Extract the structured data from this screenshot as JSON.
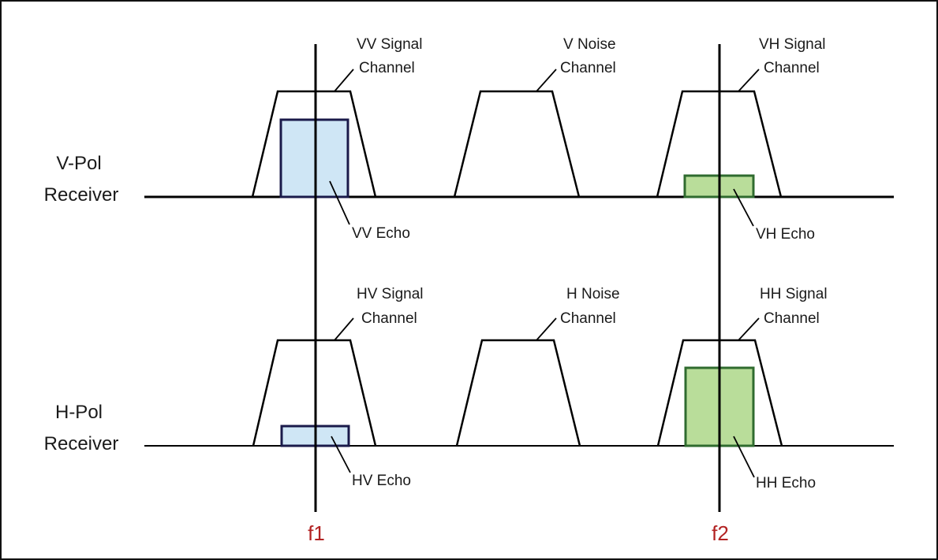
{
  "receivers": [
    {
      "line1": "V-Pol",
      "line2": "Receiver"
    },
    {
      "line1": "H-Pol",
      "line2": "Receiver"
    }
  ],
  "channels": {
    "vv": {
      "line1": "VV Signal",
      "line2": "Channel"
    },
    "vn": {
      "line1": "V Noise",
      "line2": "Channel"
    },
    "vh": {
      "line1": "VH Signal",
      "line2": "Channel"
    },
    "hv": {
      "line1": "HV Signal",
      "line2": "Channel"
    },
    "hn": {
      "line1": "H Noise",
      "line2": "Channel"
    },
    "hh": {
      "line1": "HH Signal",
      "line2": "Channel"
    }
  },
  "echoes": {
    "vv": "VV Echo",
    "vh": "VH Echo",
    "hv": "HV Echo",
    "hh": "HH Echo"
  },
  "frequencies": {
    "f1": "f1",
    "f2": "f2"
  },
  "colors": {
    "blue_echo": "#cfe6f5",
    "green_echo": "#b9dd9a",
    "freq_label": "#b22222",
    "line": "#000000"
  }
}
